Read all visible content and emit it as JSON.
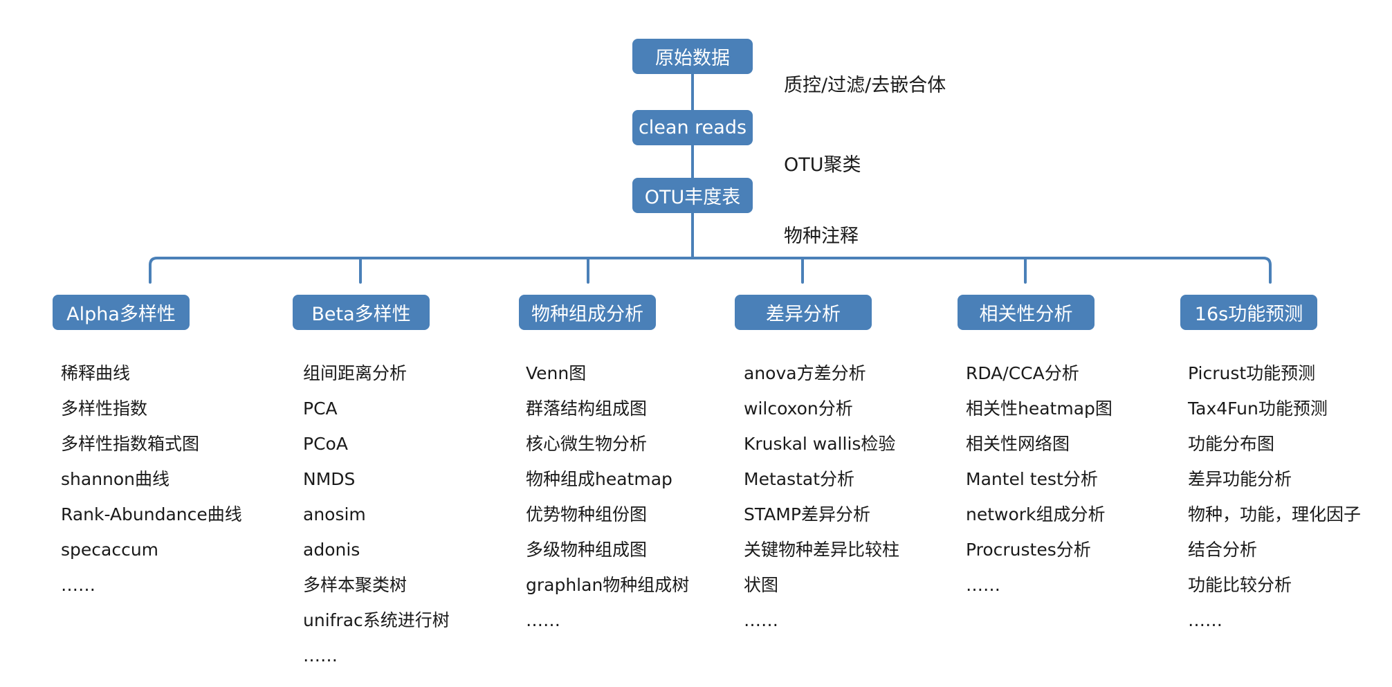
{
  "flow": {
    "nodes": [
      "原始数据",
      "clean reads",
      "OTU丰度表"
    ],
    "steps": [
      "质控/过滤/去嵌合体",
      "OTU聚类",
      "物种注释"
    ]
  },
  "colors": {
    "node_fill": "#4a80b8",
    "connector": "#4a80b8",
    "text": "#1a1a1a"
  },
  "categories": [
    {
      "title": "Alpha多样性",
      "items": [
        "稀释曲线",
        "多样性指数",
        "多样性指数箱式图",
        "shannon曲线",
        "Rank-Abundance曲线",
        "specaccum",
        "……"
      ]
    },
    {
      "title": "Beta多样性",
      "items": [
        "组间距离分析",
        "PCA",
        "PCoA",
        "NMDS",
        "anosim",
        "adonis",
        "多样本聚类树",
        "unifrac系统进行树",
        "……"
      ]
    },
    {
      "title": "物种组成分析",
      "items": [
        "Venn图",
        "群落结构组成图",
        "核心微生物分析",
        "物种组成heatmap",
        "优势物种组份图",
        "多级物种组成图",
        "graphlan物种组成树",
        "……"
      ]
    },
    {
      "title": "差异分析",
      "items": [
        "anova方差分析",
        "wilcoxon分析",
        "Kruskal wallis检验",
        "Metastat分析",
        "STAMP差异分析",
        "关键物种差异比较柱",
        "状图",
        "……"
      ]
    },
    {
      "title": "相关性分析",
      "items": [
        "RDA/CCA分析",
        "相关性heatmap图",
        "相关性网络图",
        "Mantel test分析",
        "network组成分析",
        "Procrustes分析",
        "……"
      ]
    },
    {
      "title": "16s功能预测",
      "items": [
        "Picrust功能预测",
        "Tax4Fun功能预测",
        "功能分布图",
        "差异功能分析",
        "物种，功能，理化因子",
        "结合分析",
        "功能比较分析",
        "……"
      ]
    }
  ]
}
